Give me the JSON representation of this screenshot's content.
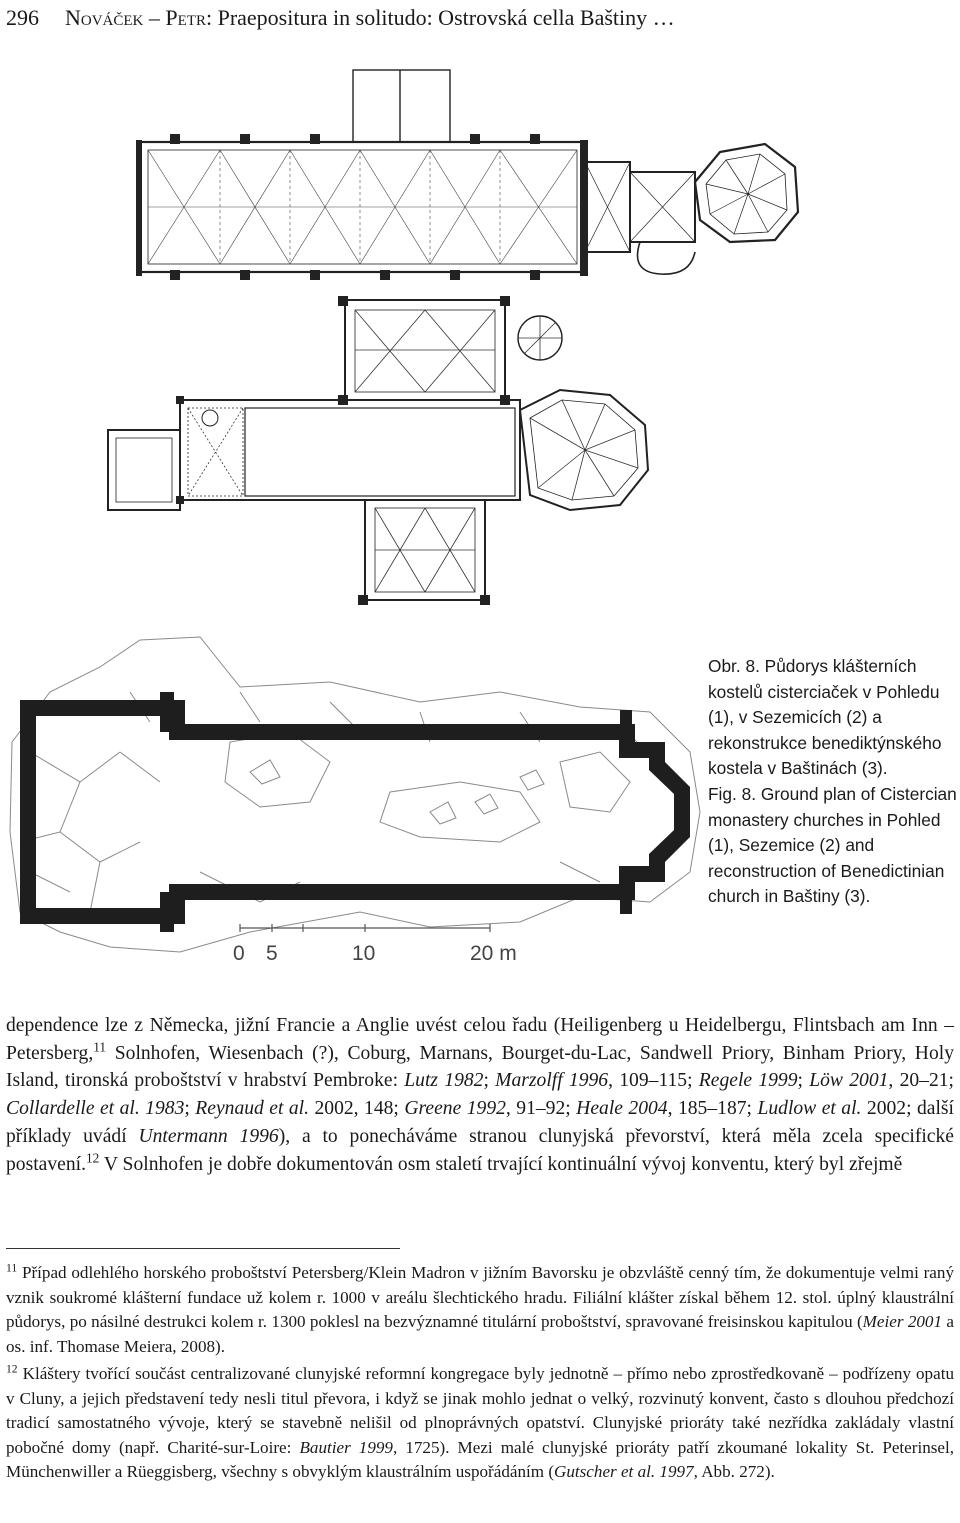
{
  "header": {
    "page_number": "296",
    "author1": "Nováček",
    "author2": "Petr",
    "title": "Praepositura in solitudo: Ostrovská cella Baštiny …"
  },
  "figure": {
    "scale_labels": [
      "0",
      "5",
      "10",
      "20 m"
    ],
    "caption_cz": "Obr. 8. Půdorys klášterních kostelů cisterciaček v Pohledu (1), v Sezemicích (2) a rekonstrukce benediktýnského kostela v Baštinách (3).",
    "caption_en": "Fig. 8. Ground plan of Cistercian monastery churches in Pohled (1), Sezemice (2) and reconstruction of Benedictinian church in Baštiny (3)."
  },
  "body": {
    "p1a": "dependence lze z Německa, jižní Francie a Anglie uvést celou řadu (Heiligenberg u Heidelbergu, Flintsbach am Inn – Petersberg,",
    "sup11": "11",
    "p1b": " Solnhofen, Wiesenbach (?), Coburg, Marnans, Bourget-du-Lac, Sandwell Priory, Binham Priory, Holy Island, tironská proboštství v hrabství Pembroke: ",
    "c1": "Lutz 1982",
    "t1": "; ",
    "c2": "Marzolff 1996",
    "t2": ", 109–115; ",
    "c3": "Regele 1999",
    "t3": "; ",
    "c4": "Löw 2001",
    "t4": ", 20–21; ",
    "c5": "Collardelle et al. 1983",
    "t5": "; ",
    "c6": "Reynaud et al.",
    "t6": " 2002, 148; ",
    "c7": "Greene 1992",
    "t7": ", 91–92; ",
    "c8": "Heale 2004",
    "t8": ", 185–187; ",
    "c9": "Ludlow et al.",
    "t9": " 2002; další příklady uvádí ",
    "c10": "Untermann 1996",
    "t10": "), a to ponecháváme stranou clunyjská převorství, která měla zcela specifické postavení.",
    "sup12": "12",
    "p2": " V Solnhofen je dobře dokumentován osm staletí trvající kontinuální vývoj konventu, který byl zřejmě"
  },
  "footnotes": {
    "fn11_num": "11",
    "fn11a": " Případ odlehlého horského proboštství Petersberg/Klein Madron v jižním Bavorsku je obzvláště cenný tím, že dokumentuje velmi raný vznik soukromé klášterní fundace už kolem r. 1000 v areálu šlechtického hradu. Filiální klášter získal během 12. stol. úplný klaustrální půdorys, po násilné destrukci kolem r. 1300 poklesl na bezvýznamné titulární proboštství, spravované freisinskou kapitulou (",
    "fn11_cite": "Meier 2001",
    "fn11b": " a os. inf. Thomase Meiera, 2008).",
    "fn12_num": "12",
    "fn12a": " Kláštery tvořící součást centralizované clunyjské reformní kongregace byly jednotně – přímo nebo zprostředkovaně – podřízeny opatu v Cluny, a jejich představení tedy nesli titul převora, i když se jinak mohlo jednat o velký, rozvinutý konvent, často s dlouhou předchozí tradicí samostatného vývoje, který se stavebně nelišil od plnoprávných opatství. Clunyjské prioráty také nezřídka zakládaly vlastní pobočné domy (např. Charité-sur-Loire: ",
    "fn12_cite1": "Bautier 1999",
    "fn12b": ", 1725). Mezi malé clunyjské prioráty patří zkoumané lokality St. Peterinsel, Münchenwiller a Rüeggisberg, všechny s obvyklým klaustrálním uspořádáním (",
    "fn12_cite2": "Gutscher et al. 1997",
    "fn12c": ", Abb. 272)."
  }
}
